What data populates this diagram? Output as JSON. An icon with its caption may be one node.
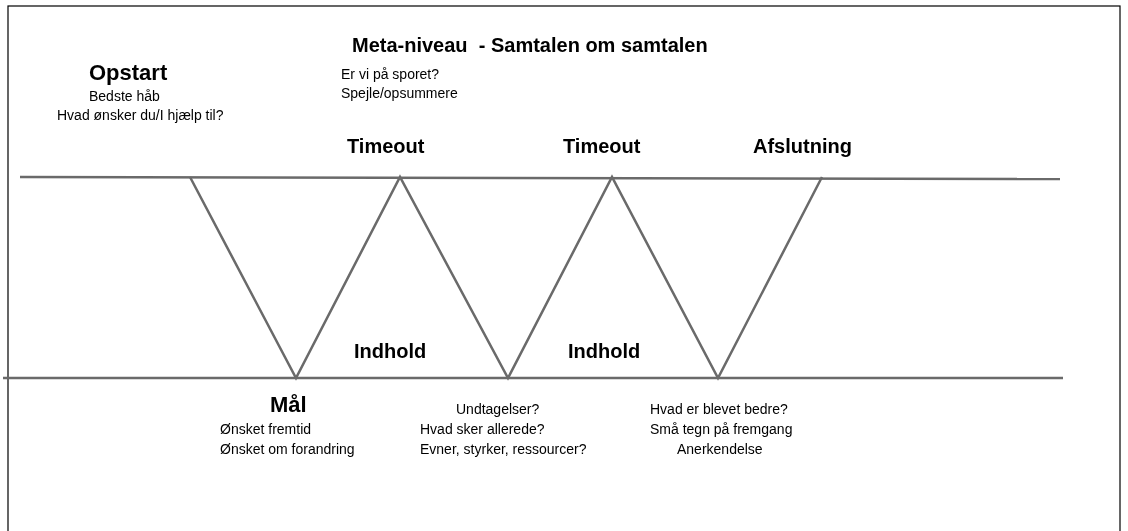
{
  "diagram": {
    "labels": [
      "Meta-niveau  - Samtalen om samtalen",
      "Opstart",
      "Er vi på sporet?",
      "Bedste håb",
      "Spejle/opsummere",
      "Hvad ønsker du/I hjælp til?",
      "Timeout",
      "Timeout",
      "Afslutning",
      "Indhold",
      "Indhold",
      "Mål",
      "Undtagelser?",
      "Hvad er blevet bedre?",
      "Ønsket fremtid",
      "Hvad sker allerede?",
      "Små tegn på fremgang",
      "Ønsket om forandring",
      "Evner, styrker, ressourcer?",
      "Anerkendelse"
    ]
  }
}
